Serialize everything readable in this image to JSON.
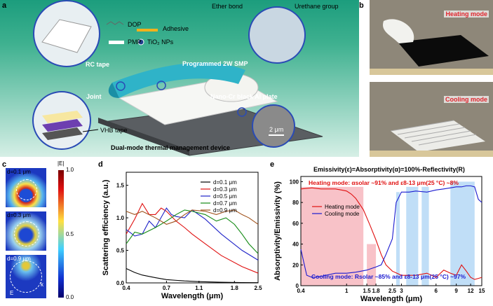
{
  "panel_a": {
    "label": "a",
    "legend": {
      "dop": "DOP",
      "adhesive": "Adhesive",
      "pmp": "PMP",
      "tio2": "TiO₂ NPs"
    },
    "callouts": {
      "ether": "Ether bond",
      "urethane": "Urethane group",
      "rc_tape": "RC tape",
      "smp": "Programmed 2W SMP",
      "joint": "Joint",
      "nano": "Nano-Cr black Al plate",
      "vhb": "VHB tape",
      "scale": "2 μm"
    },
    "caption": "Dual-mode thermal management device",
    "colors": {
      "adhesive": "#f2b21c",
      "pmp": "#ffffff",
      "tio2": "#1f3e8c",
      "smp": "#2fb3c8",
      "plate": "#555a5e"
    }
  },
  "panel_b": {
    "label": "b",
    "heating": "Heating mode",
    "cooling": "Cooling mode",
    "label_color": "#e0262e"
  },
  "panel_c": {
    "label": "c",
    "d1": "d=0.1 μm",
    "d2": "d=0.3 μm",
    "d3": "d=0.9 μm",
    "cbar_title": "|E|",
    "cbar_ticks": [
      "1.0",
      "0.5",
      "0.0"
    ],
    "k": "k",
    "e": "E"
  },
  "panel_d": {
    "label": "d"
  },
  "panel_e": {
    "label": "e",
    "title": "Emissivity(ε)=Absorptivity(α)=100%-Reflectivity(R)",
    "heating_text": "Heating mode: αsolar ~91% and ε8-13 μm(25 °C) ~8%",
    "cooling_text": "Cooling mode: Rsolar ~85% and ε8-13 μm(25 °C) ~97%"
  },
  "chart_data": [
    {
      "type": "line",
      "xlabel": "Wavelength (μm)",
      "ylabel": "Scattering efficiency (a.u.)",
      "xscale": "log",
      "xlim": [
        0.4,
        2.5
      ],
      "ylim": [
        0,
        1.7
      ],
      "xticks": [
        "0.4",
        "0.7",
        "1.1",
        "1.8",
        "2.5"
      ],
      "yticks": [
        "0.0",
        "0.5",
        "1.0",
        "1.5"
      ],
      "legend_position": "top-right",
      "series": [
        {
          "name": "d=0.1 μm",
          "color": "#000000",
          "x": [
            0.4,
            0.45,
            0.5,
            0.6,
            0.7,
            0.9,
            1.1,
            1.5,
            2.0,
            2.5
          ],
          "y": [
            0.22,
            0.16,
            0.12,
            0.08,
            0.05,
            0.03,
            0.02,
            0.01,
            0.005,
            0.003
          ]
        },
        {
          "name": "d=0.3 μm",
          "color": "#e01010",
          "x": [
            0.4,
            0.45,
            0.5,
            0.55,
            0.6,
            0.65,
            0.7,
            0.8,
            0.9,
            1.0,
            1.2,
            1.5,
            2.0,
            2.5
          ],
          "y": [
            0.75,
            0.98,
            1.22,
            1.05,
            1.05,
            1.15,
            1.1,
            0.95,
            0.85,
            0.75,
            0.6,
            0.42,
            0.25,
            0.15
          ]
        },
        {
          "name": "d=0.5 μm",
          "color": "#1e22c8",
          "x": [
            0.4,
            0.45,
            0.5,
            0.55,
            0.6,
            0.7,
            0.75,
            0.8,
            0.9,
            1.0,
            1.2,
            1.5,
            2.0,
            2.5
          ],
          "y": [
            0.82,
            0.72,
            0.75,
            0.95,
            0.85,
            1.15,
            1.05,
            1.02,
            1.0,
            1.12,
            0.98,
            0.75,
            0.5,
            0.35
          ]
        },
        {
          "name": "d=0.7 μm",
          "color": "#138a14",
          "x": [
            0.4,
            0.45,
            0.5,
            0.6,
            0.7,
            0.8,
            0.9,
            1.0,
            1.2,
            1.4,
            1.6,
            1.8,
            2.0,
            2.2,
            2.5
          ],
          "y": [
            0.6,
            0.78,
            0.75,
            0.85,
            0.95,
            1.05,
            1.12,
            1.1,
            1.05,
            0.95,
            1.0,
            0.9,
            0.75,
            0.6,
            0.45
          ]
        },
        {
          "name": "d=0.9 μm",
          "color": "#a0521c",
          "x": [
            0.4,
            0.45,
            0.5,
            0.6,
            0.7,
            0.8,
            0.9,
            1.0,
            1.2,
            1.4,
            1.6,
            1.8,
            2.0,
            2.2,
            2.5
          ],
          "y": [
            1.1,
            1.05,
            1.1,
            1.0,
            0.9,
            0.95,
            1.05,
            1.12,
            1.1,
            1.05,
            1.1,
            1.12,
            1.05,
            1.0,
            0.9
          ]
        }
      ]
    },
    {
      "type": "line",
      "xlabel": "Wavelength (μm)",
      "ylabel": "Absorptivity/Emissivity (%)",
      "xscale": "log",
      "xlim": [
        0.4,
        15
      ],
      "ylim": [
        0,
        105
      ],
      "xticks": [
        "0.4",
        "1",
        "1.5",
        "1.8",
        "2.5",
        "3",
        "6",
        "9",
        "12",
        "15"
      ],
      "yticks": [
        "0",
        "20",
        "40",
        "60",
        "80",
        "100"
      ],
      "legend_position": "center-left",
      "series": [
        {
          "name": "Heating mode",
          "color": "#e01010",
          "x": [
            0.4,
            0.5,
            0.6,
            0.7,
            0.8,
            0.9,
            1.0,
            1.1,
            1.2,
            1.4,
            1.6,
            1.8,
            2.0,
            2.2,
            2.5,
            3,
            4,
            5,
            6,
            7,
            8,
            9,
            10,
            11,
            12,
            13,
            14,
            15
          ],
          "y": [
            93,
            94,
            93,
            93,
            93,
            92,
            91,
            88,
            84,
            73,
            58,
            44,
            30,
            20,
            14,
            10,
            10,
            12,
            8,
            15,
            12,
            10,
            20,
            14,
            8,
            6,
            7,
            8
          ]
        },
        {
          "name": "Cooling mode",
          "color": "#1a1ad0",
          "x": [
            0.4,
            0.45,
            0.5,
            0.6,
            0.8,
            1.0,
            1.2,
            1.5,
            1.8,
            2.0,
            2.2,
            2.5,
            2.7,
            3.0,
            3.5,
            4,
            5,
            6,
            7,
            8,
            9,
            10,
            11,
            12,
            13,
            14,
            15
          ],
          "y": [
            35,
            10,
            8,
            9,
            12,
            12,
            13,
            15,
            18,
            20,
            30,
            45,
            80,
            90,
            90,
            91,
            90,
            92,
            93,
            94,
            95,
            95,
            96,
            96,
            95,
            83,
            80
          ]
        }
      ]
    }
  ]
}
